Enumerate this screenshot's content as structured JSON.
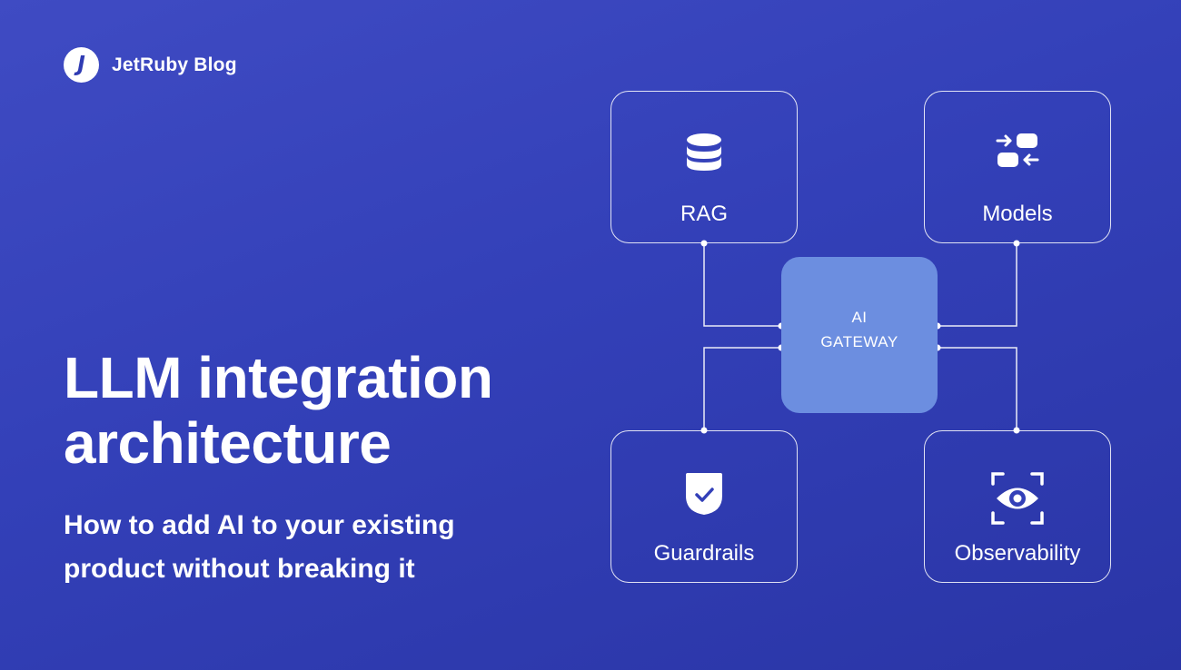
{
  "brand": {
    "logo_letter": "J",
    "name": "JetRuby Blog"
  },
  "headline": {
    "line1": "LLM integration",
    "line2": "architecture"
  },
  "subheadline": {
    "line1": "How to add AI to your existing",
    "line2": "product without breaking it"
  },
  "diagram": {
    "center": {
      "line1": "AI",
      "line2": "GATEWAY"
    },
    "nodes": {
      "rag": {
        "label": "RAG",
        "icon": "database-icon"
      },
      "models": {
        "label": "Models",
        "icon": "swap-arrows-icon"
      },
      "guardrails": {
        "label": "Guardrails",
        "icon": "shield-check-icon"
      },
      "observability": {
        "label": "Observability",
        "icon": "eye-scan-icon"
      }
    }
  },
  "colors": {
    "background": "#3340b8",
    "gateway": "#6c8ee0",
    "text": "#ffffff"
  }
}
